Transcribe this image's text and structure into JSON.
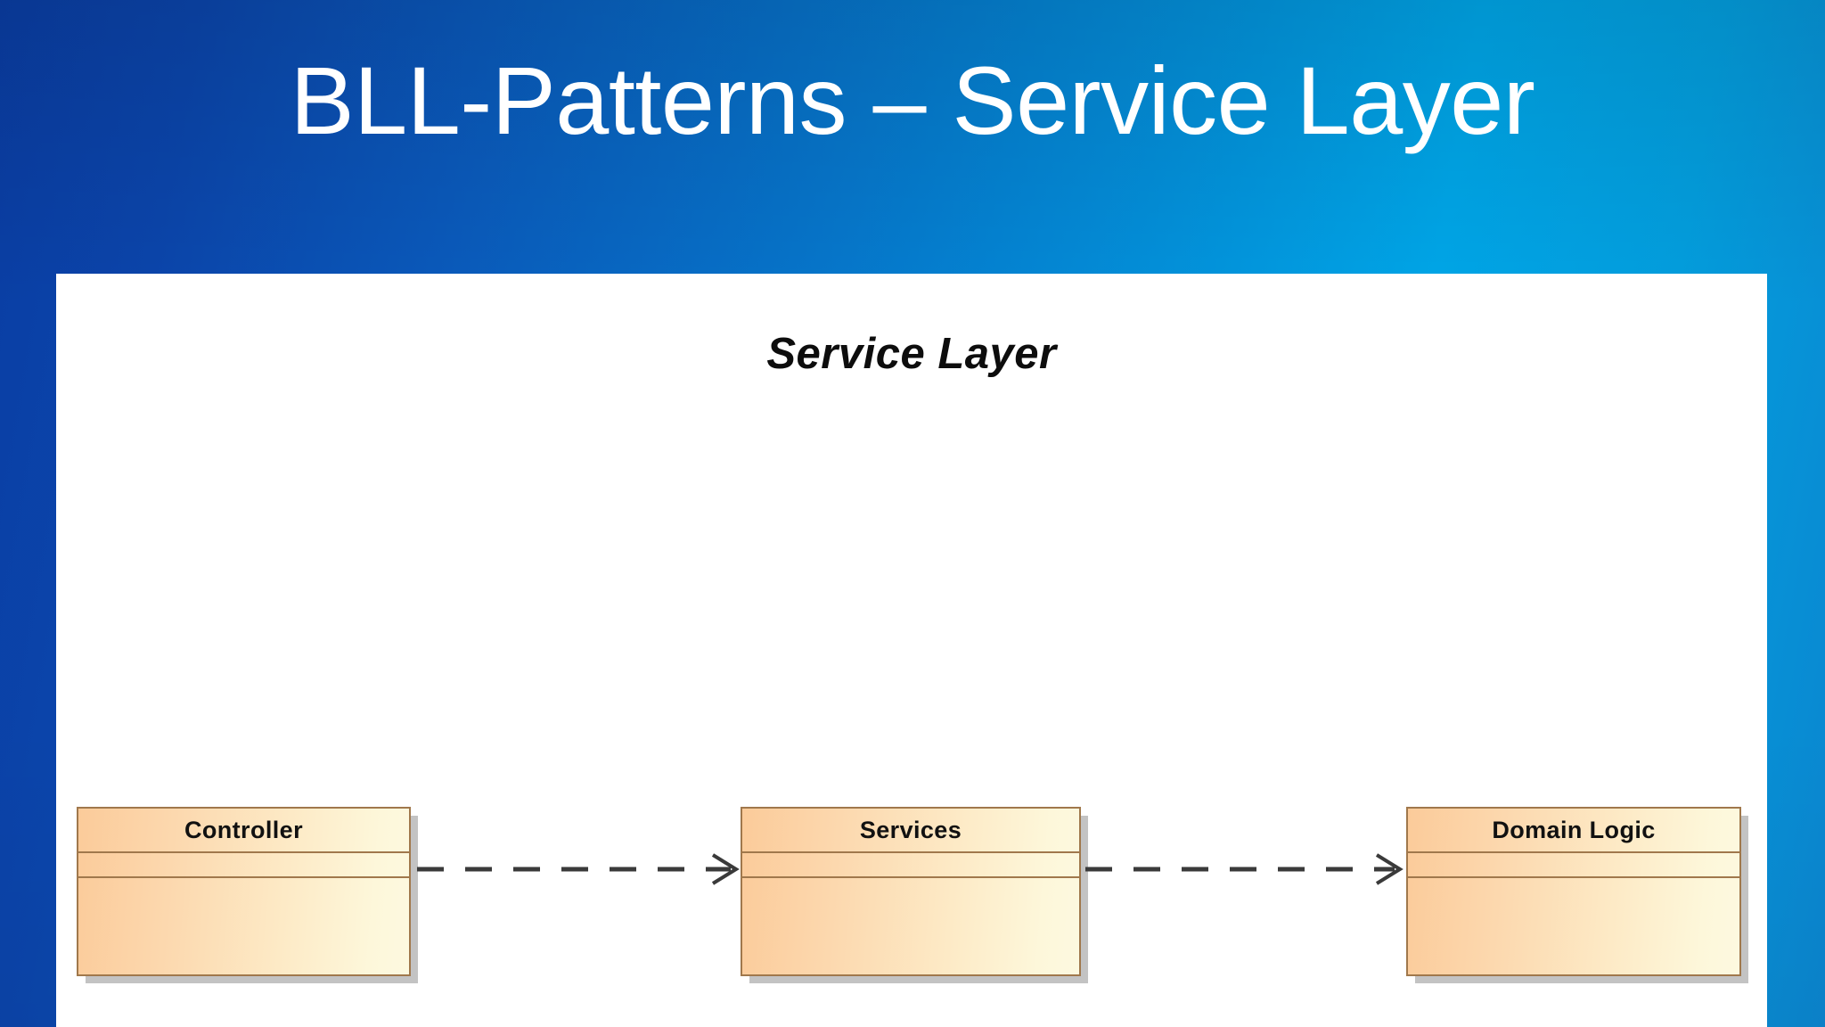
{
  "slide": {
    "title": "BLL-Patterns – Service Layer",
    "title_color": "#ffffff",
    "background": {
      "type": "linear-gradient",
      "from": "#0a3da3",
      "to": "#00a6e8"
    }
  },
  "diagram": {
    "caption": "Service Layer",
    "type": "uml-class-dependency",
    "box_border_color": "#a0784c",
    "box_fill_from": "#fbcb9a",
    "box_fill_to": "#fdf9e0",
    "boxes": [
      {
        "id": "controller",
        "name": "Controller",
        "compartments": [
          "attributes",
          "operations"
        ]
      },
      {
        "id": "services",
        "name": "Services",
        "compartments": [
          "attributes",
          "operations"
        ]
      },
      {
        "id": "domain-logic",
        "name": "Domain Logic",
        "compartments": [
          "attributes",
          "operations"
        ]
      }
    ],
    "connectors": [
      {
        "id": "controller-to-services",
        "from": "controller",
        "to": "services",
        "style": "dashed",
        "arrowhead": "open",
        "label": ""
      },
      {
        "id": "services-to-domain-logic",
        "from": "services",
        "to": "domain-logic",
        "style": "dashed",
        "arrowhead": "open",
        "label": ""
      }
    ]
  }
}
